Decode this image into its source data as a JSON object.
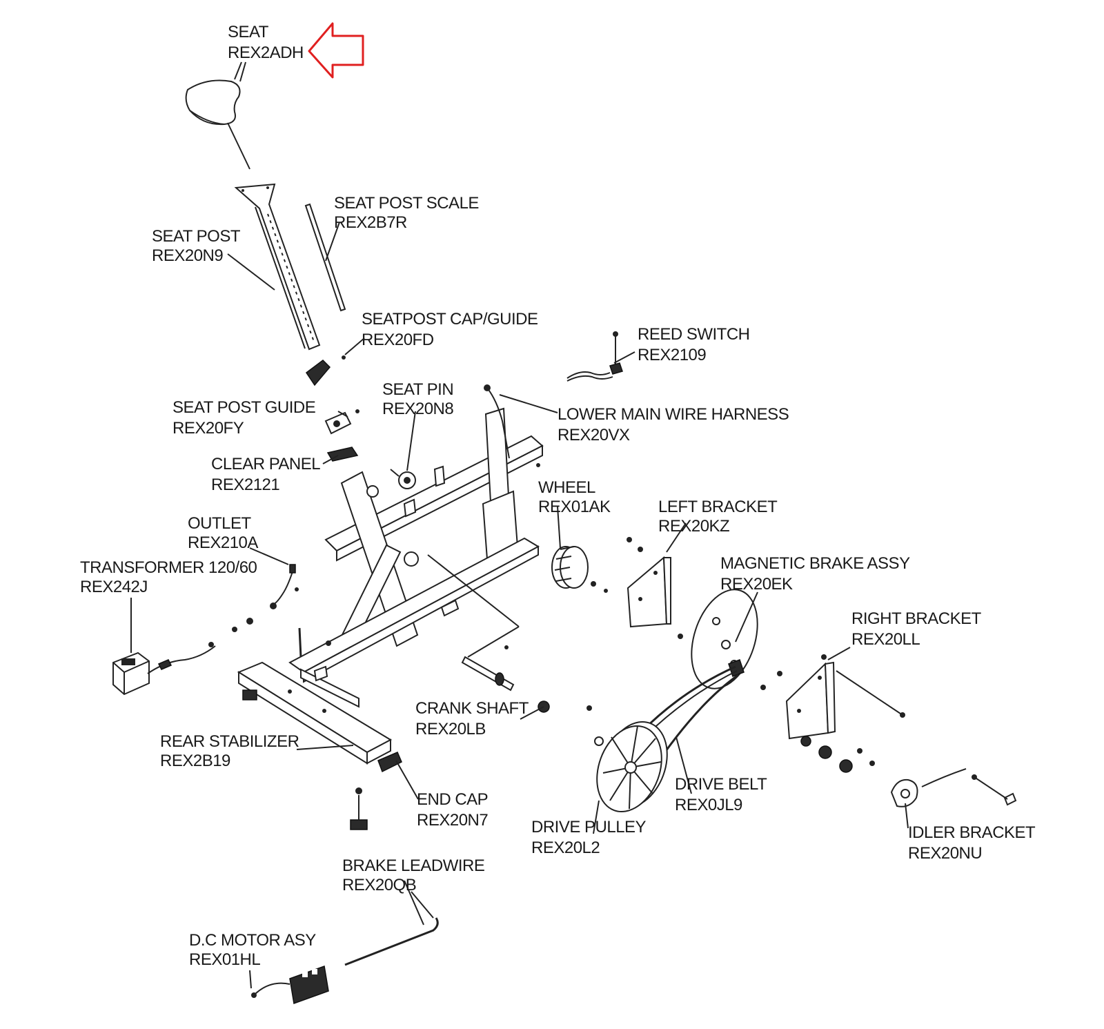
{
  "accent_color": "#e02020",
  "highlighted_part": "seat",
  "parts": {
    "seat": {
      "name": "SEAT",
      "code": "REX2ADH"
    },
    "seat_post_scale": {
      "name": "SEAT POST SCALE",
      "code": "REX2B7R"
    },
    "seat_post": {
      "name": "SEAT POST",
      "code": "REX20N9"
    },
    "seatpost_cap_guide": {
      "name": "SEATPOST CAP/GUIDE",
      "code": "REX20FD"
    },
    "reed_switch": {
      "name": "REED SWITCH",
      "code": "REX2109"
    },
    "seat_pin": {
      "name": "SEAT PIN",
      "code": "REX20N8"
    },
    "seat_post_guide": {
      "name": "SEAT POST GUIDE",
      "code": "REX20FY"
    },
    "lower_main_wire_harness": {
      "name": "LOWER MAIN WIRE HARNESS",
      "code": "REX20VX"
    },
    "clear_panel": {
      "name": "CLEAR PANEL",
      "code": "REX2121"
    },
    "wheel": {
      "name": "WHEEL",
      "code": "REX01AK"
    },
    "left_bracket": {
      "name": "LEFT BRACKET",
      "code": "REX20KZ"
    },
    "outlet": {
      "name": "OUTLET",
      "code": "REX210A"
    },
    "transformer": {
      "name": "TRANSFORMER 120/60",
      "code": "REX242J"
    },
    "magnetic_brake_assy": {
      "name": "MAGNETIC BRAKE ASSY",
      "code": "REX20EK"
    },
    "right_bracket": {
      "name": "RIGHT BRACKET",
      "code": "REX20LL"
    },
    "crank_shaft": {
      "name": "CRANK SHAFT",
      "code": "REX20LB"
    },
    "rear_stabilizer": {
      "name": "REAR STABILIZER",
      "code": "REX2B19"
    },
    "drive_belt": {
      "name": "DRIVE BELT",
      "code": "REX0JL9"
    },
    "end_cap": {
      "name": "END CAP",
      "code": "REX20N7"
    },
    "drive_pulley": {
      "name": "DRIVE PULLEY",
      "code": "REX20L2"
    },
    "idler_bracket": {
      "name": "IDLER BRACKET",
      "code": "REX20NU"
    },
    "brake_leadwire": {
      "name": "BRAKE LEADWIRE",
      "code": "REX20QB"
    },
    "dc_motor_assy": {
      "name": "D.C MOTOR ASY",
      "code": "REX01HL"
    }
  }
}
